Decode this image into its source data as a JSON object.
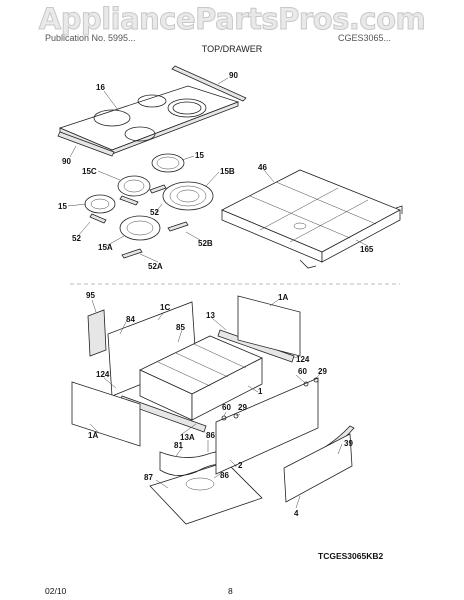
{
  "watermark": "AppliancePartsPros.com",
  "header": {
    "publication": "Publication No. 5995...",
    "model": "CGES3065..."
  },
  "section_title": "TOP/DRAWER",
  "labels": {
    "top": [
      "90",
      "16",
      "90",
      "15",
      "15C",
      "15B",
      "46",
      "15",
      "52",
      "52",
      "15A",
      "52B",
      "52A",
      "165"
    ],
    "drawer": [
      "95",
      "84",
      "1C",
      "85",
      "13",
      "1A",
      "124",
      "60",
      "29",
      "124",
      "1",
      "60",
      "29",
      "1A",
      "13A",
      "86",
      "81",
      "39",
      "2",
      "87",
      "86",
      "4"
    ]
  },
  "diagram_code": "TCGES3065KB2",
  "footer": {
    "date": "02/10",
    "page": "8"
  }
}
